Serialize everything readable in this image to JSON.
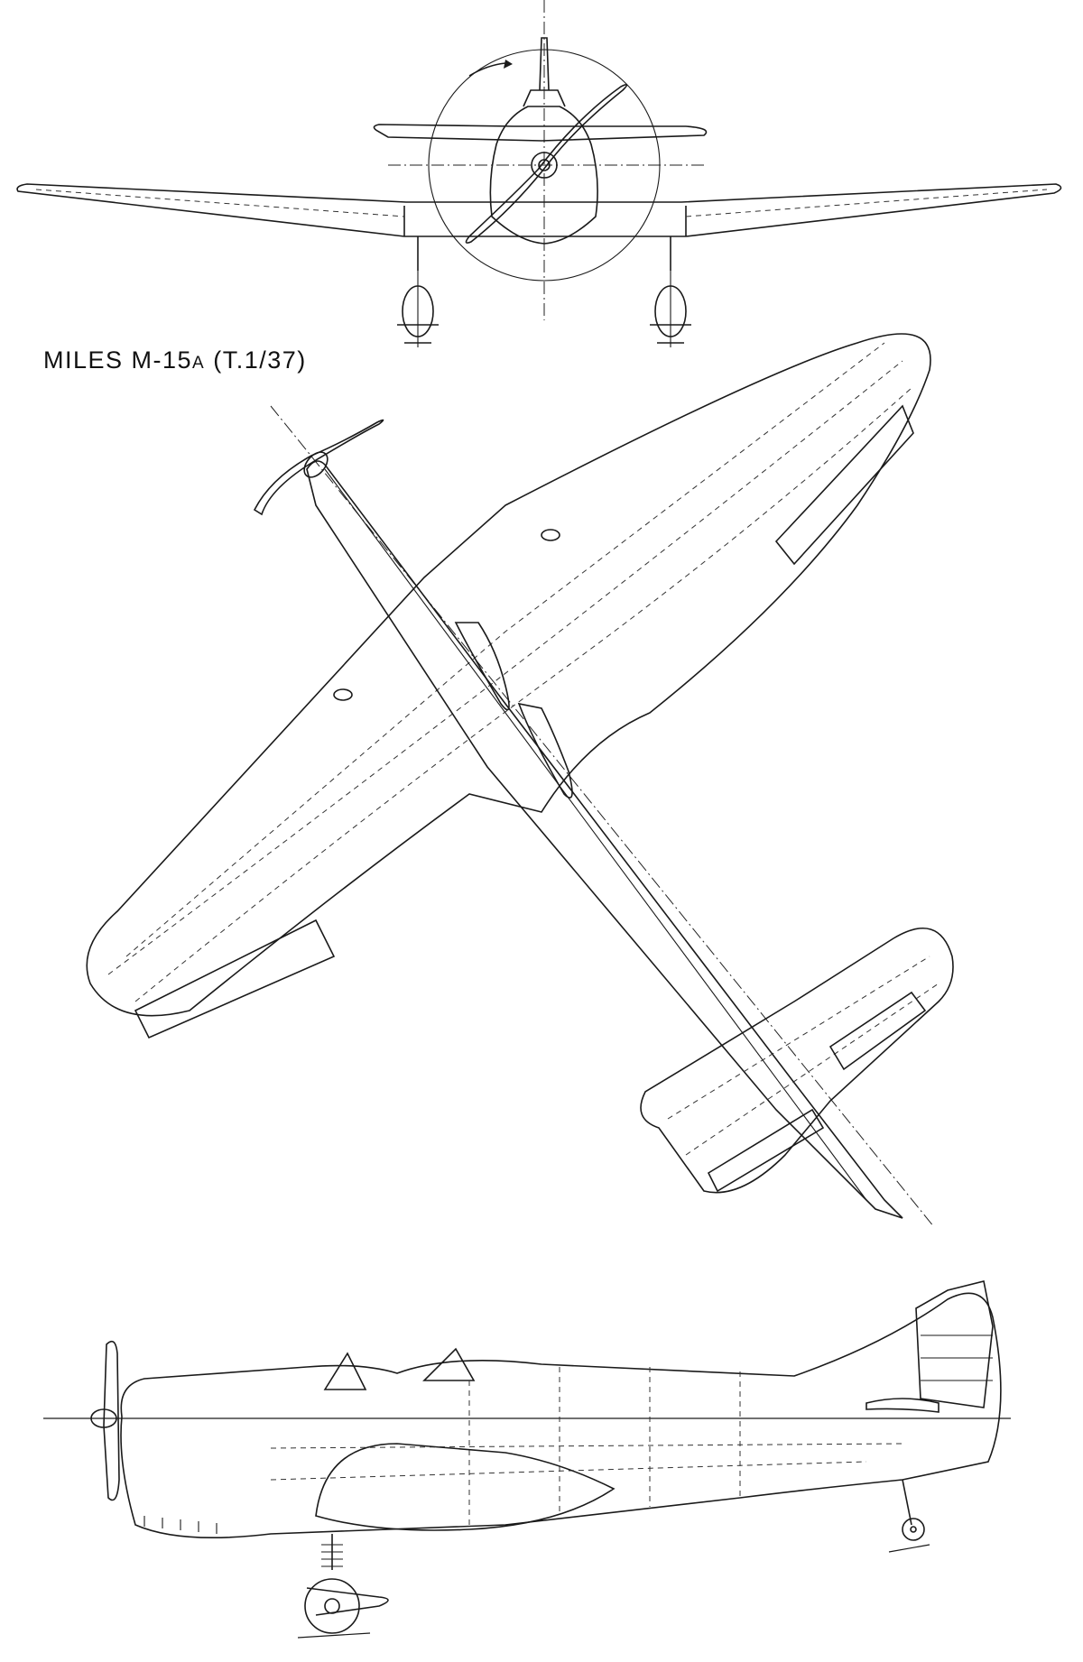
{
  "drawing": {
    "title_main": "MILES M-15",
    "title_suffix": "A",
    "title_spec": "(T.1/37)"
  },
  "views": [
    "front-view",
    "plan-view",
    "side-view"
  ]
}
